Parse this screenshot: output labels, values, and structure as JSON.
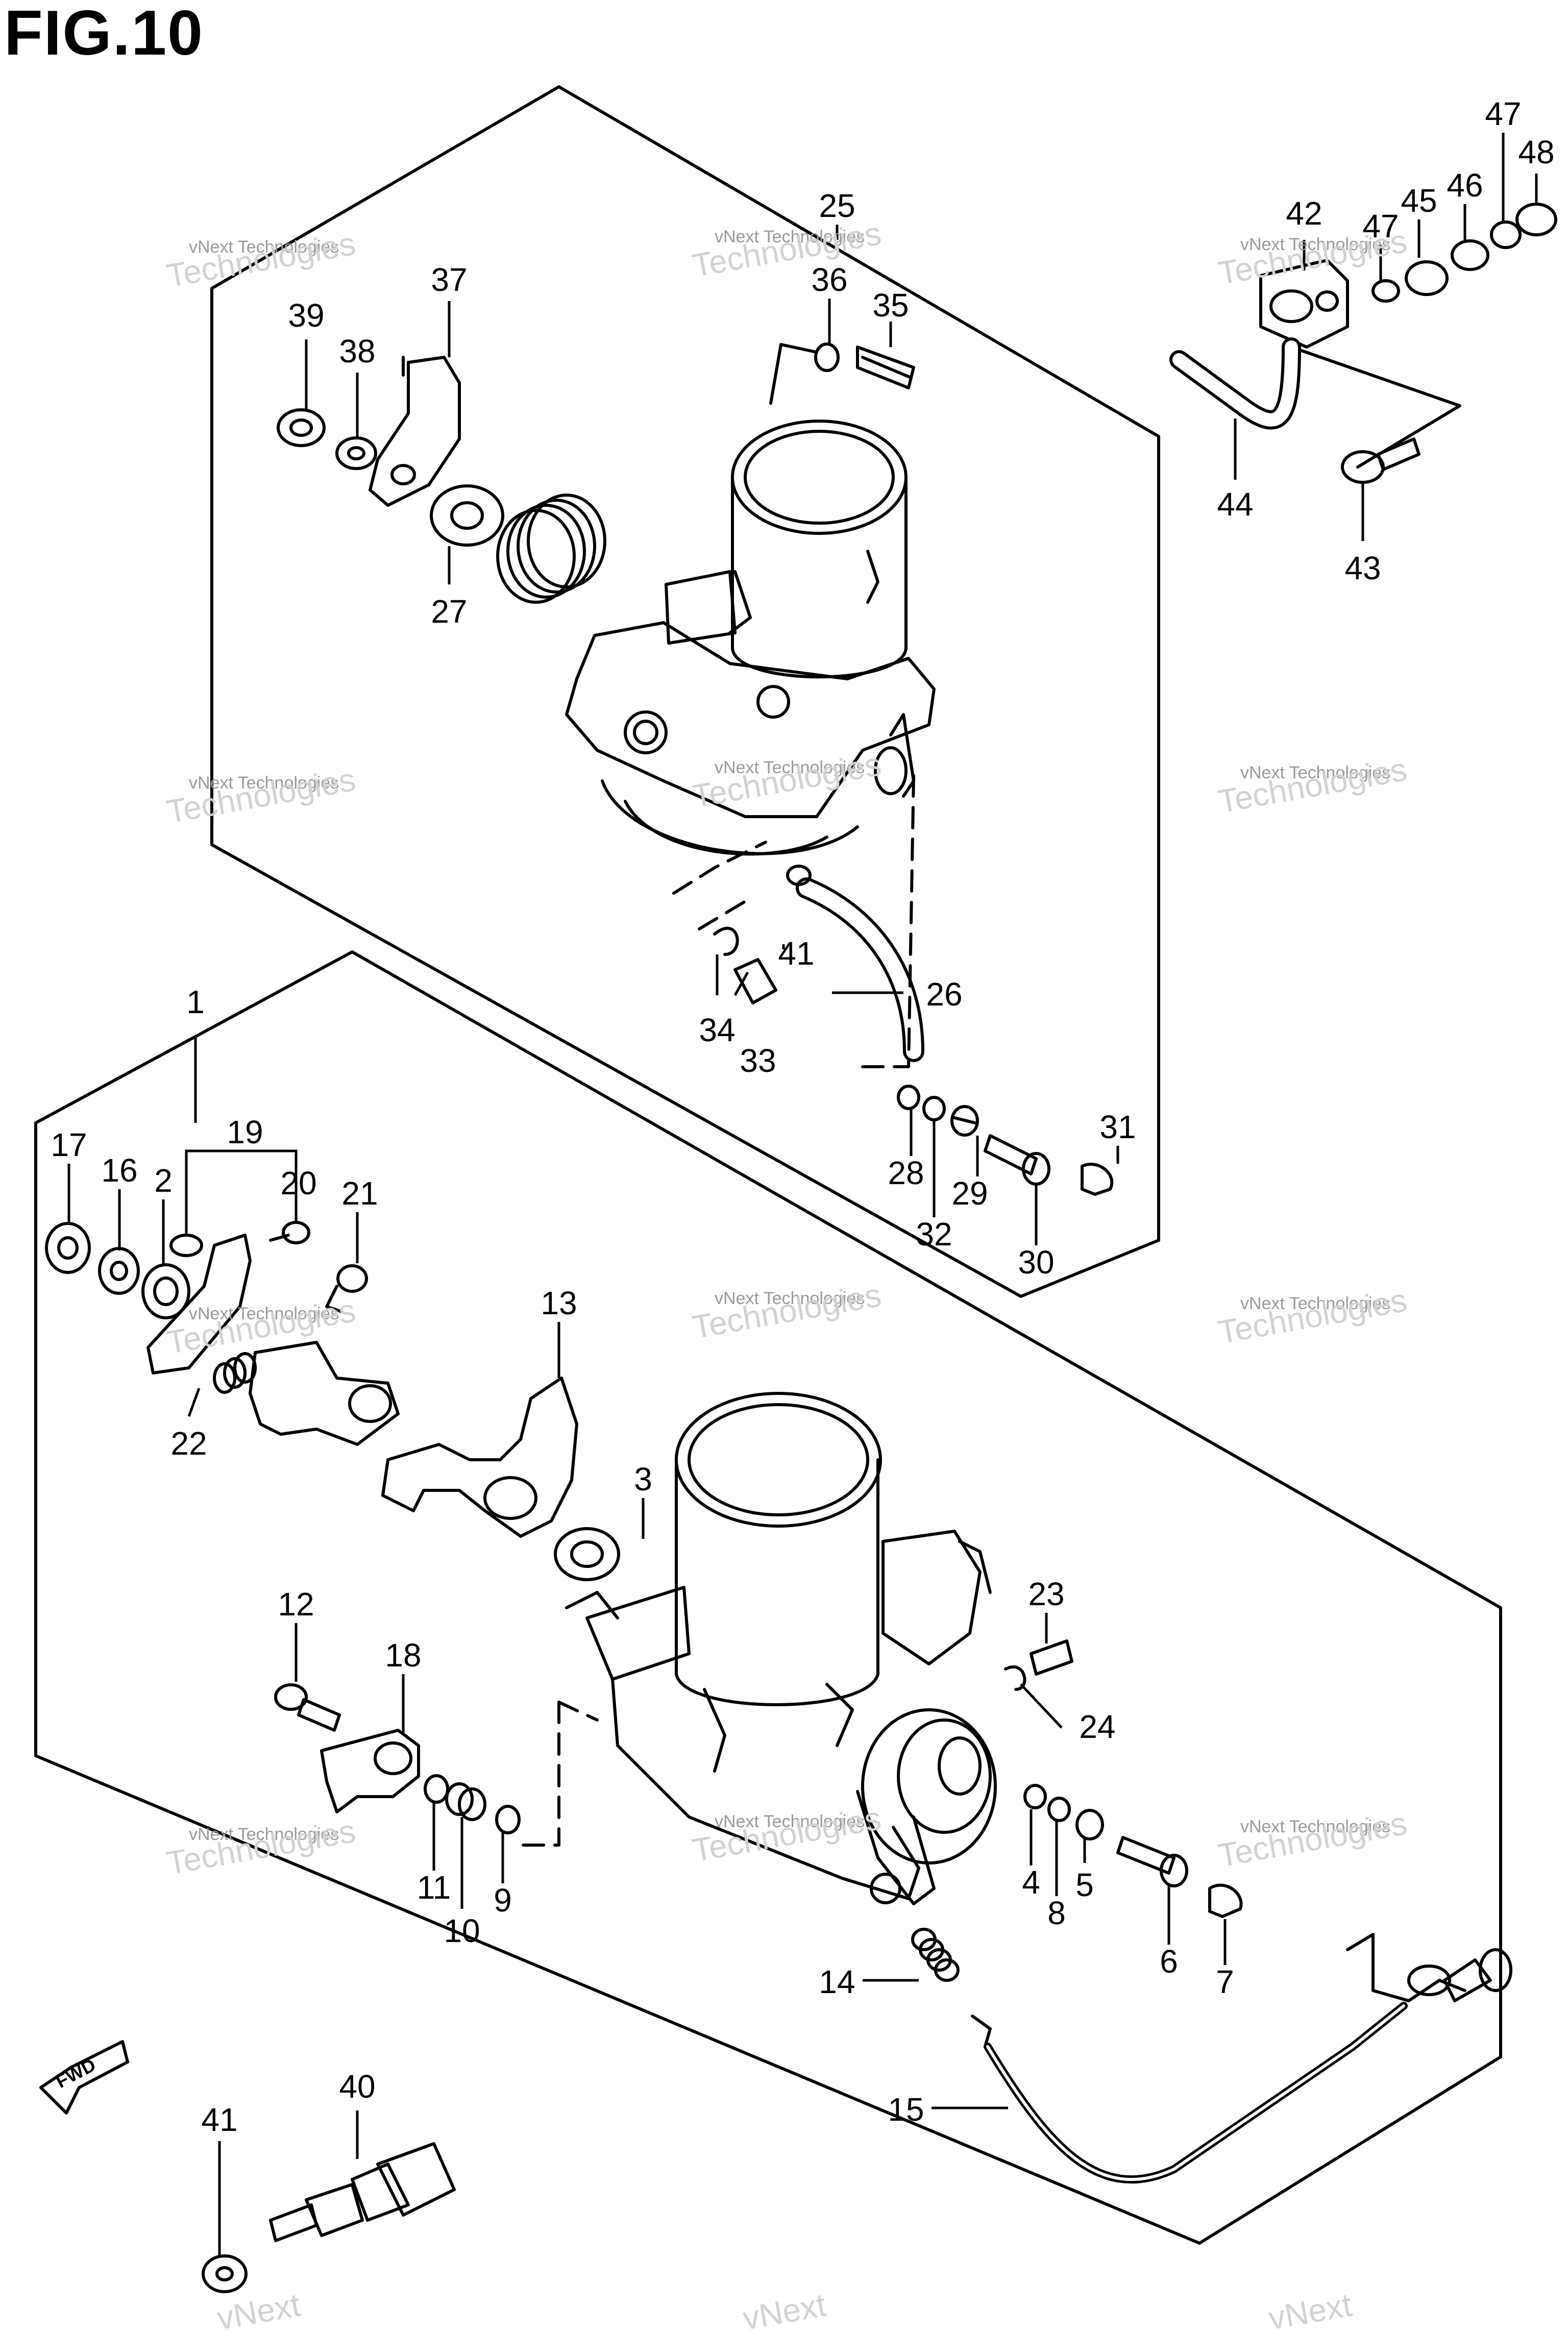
{
  "figure": {
    "title": "FIG.10"
  },
  "watermark": {
    "line1": "vNext Technologies",
    "line2": "Technologies",
    "line3": "vNext"
  },
  "direction_marker": {
    "text": "FWD"
  },
  "callouts": [
    "1",
    "2",
    "3",
    "4",
    "5",
    "6",
    "7",
    "8",
    "9",
    "10",
    "11",
    "12",
    "13",
    "14",
    "15",
    "16",
    "17",
    "18",
    "19",
    "20",
    "21",
    "22",
    "23",
    "24",
    "25",
    "26",
    "27",
    "28",
    "29",
    "30",
    "31",
    "32",
    "33",
    "34",
    "35",
    "36",
    "37",
    "38",
    "39",
    "40",
    "41",
    "41",
    "42",
    "43",
    "44",
    "45",
    "46",
    "47",
    "47",
    "48"
  ]
}
